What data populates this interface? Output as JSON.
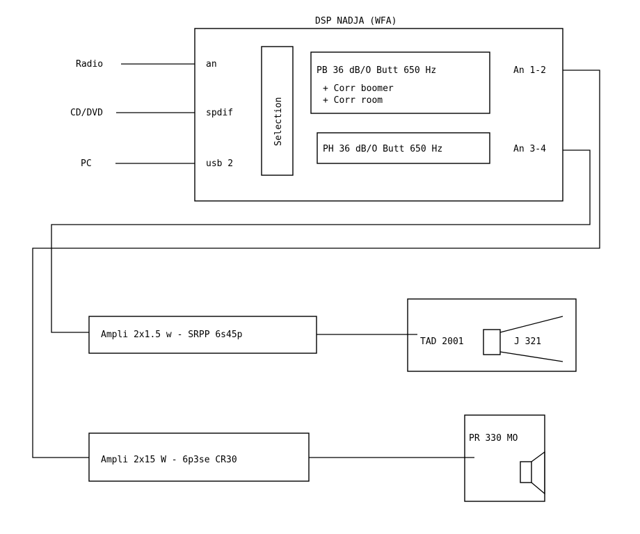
{
  "title": "DSP NADJA (WFA)",
  "sources": {
    "radio": "Radio",
    "cd": "CD/DVD",
    "pc": "PC"
  },
  "inputs": {
    "an": "an",
    "spdif": "spdif",
    "usb": "usb 2"
  },
  "selection": "Selection",
  "filters": {
    "lowpass": "PB 36 dB/O Butt 650 Hz",
    "corr_boomer": "+ Corr boomer",
    "corr_room": "+ Corr room",
    "highpass": "PH 36 dB/O Butt 650 Hz"
  },
  "outputs": {
    "an12": "An 1-2",
    "an34": "An 3-4"
  },
  "amps": {
    "amp1": "Ampli  2x1.5 w - SRPP 6s45p",
    "amp2": "Ampli  2x15 W - 6p3se CR30"
  },
  "speakers": {
    "tad": "TAD 2001",
    "horn": "J 321",
    "pr": "PR 330 MO"
  }
}
